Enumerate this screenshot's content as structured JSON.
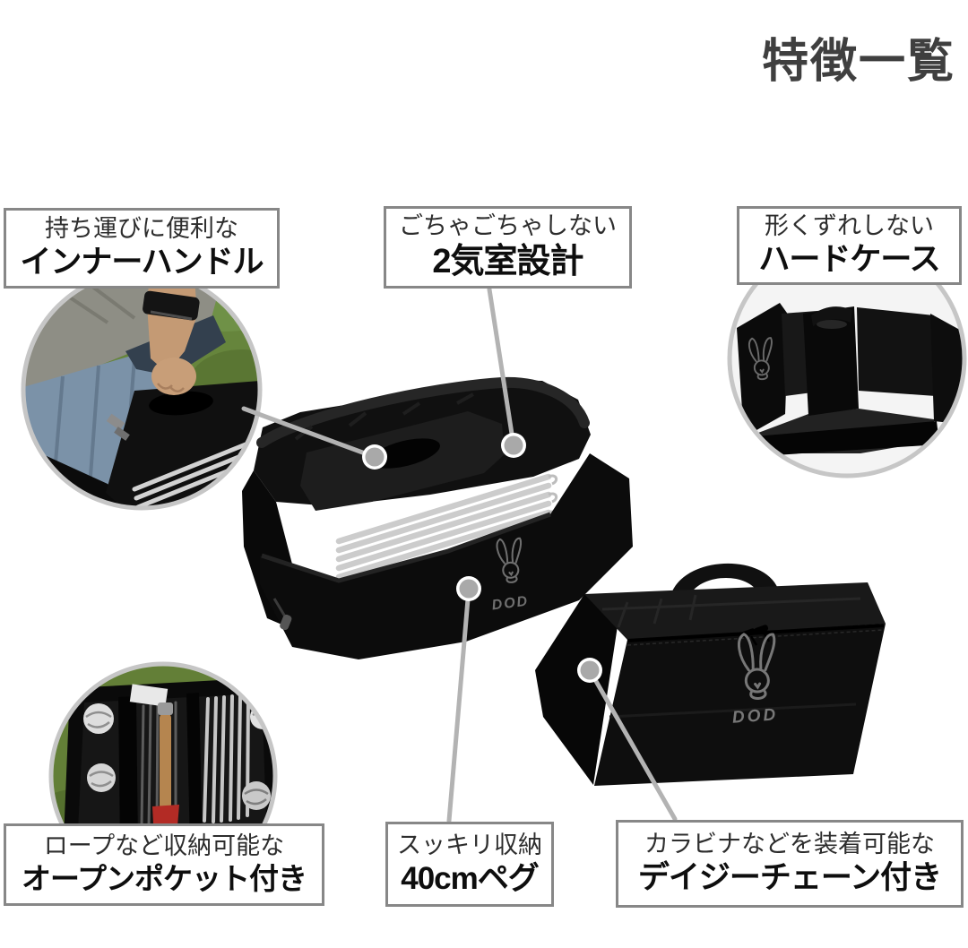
{
  "page": {
    "title": "特徴一覧",
    "background": "#ffffff"
  },
  "brand": {
    "logo_text": "DOD"
  },
  "callouts": [
    {
      "id": "inner-handle",
      "line1": "持ち運びに便利な",
      "line2": "インナーハンドル"
    },
    {
      "id": "two-compartment",
      "line1": "ごちゃごちゃしない",
      "line2": "2気室設計"
    },
    {
      "id": "hard-case",
      "line1": "形くずれしない",
      "line2": "ハードケース"
    },
    {
      "id": "open-pocket",
      "line1": "ロープなど収納可能な",
      "line2": "オープンポケット付き"
    },
    {
      "id": "pegs",
      "line1": "スッキリ収納",
      "line2": "40cmペグ"
    },
    {
      "id": "daisy-chain",
      "line1": "カラビナなどを装着可能な",
      "line2": "デイジーチェーン付き"
    }
  ],
  "photos": [
    {
      "name": "carrying-inner-handle-photo"
    },
    {
      "name": "open-main-bag-photo"
    },
    {
      "name": "hard-case-insert-photo"
    },
    {
      "name": "open-pocket-packed-photo"
    },
    {
      "name": "closed-bag-photo"
    }
  ],
  "colors": {
    "title": "#3f3f3f",
    "callout_border": "#878787",
    "connector": "#b3b3b3",
    "dot_fill": "#a9a9a9",
    "bag_black": "#0d0d0d",
    "peg_silver": "#cccccc",
    "grass_green": "#66853c",
    "logo_gray": "#7d7d7d"
  }
}
